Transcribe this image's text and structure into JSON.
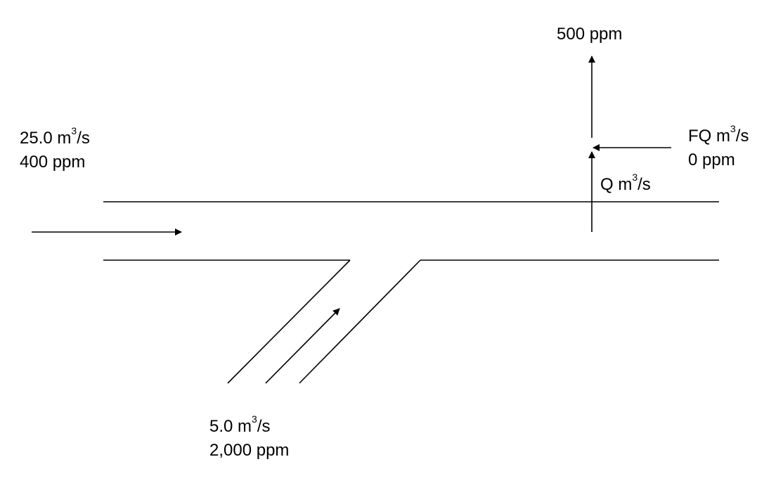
{
  "main_inflow": {
    "flow_number": "25.0",
    "flow_unit_base": "m",
    "flow_unit_exp": "3",
    "flow_unit_tail": "/s",
    "concentration": "400 ppm"
  },
  "branch_inflow": {
    "flow_number": "5.0",
    "flow_unit_base": "m",
    "flow_unit_exp": "3",
    "flow_unit_tail": "/s",
    "concentration": "2,000 ppm"
  },
  "outflow": {
    "concentration": "500 ppm"
  },
  "withdrawal": {
    "flow_prefix": "Q m",
    "flow_unit_exp": "3",
    "flow_unit_tail": "/s"
  },
  "freshwater_addition": {
    "flow_prefix": "FQ m",
    "flow_unit_exp": "3",
    "flow_unit_tail": "/s",
    "concentration": "0 ppm"
  }
}
